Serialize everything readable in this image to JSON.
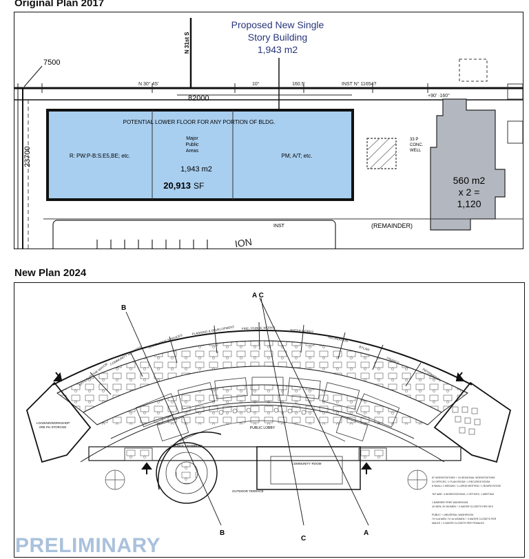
{
  "original": {
    "title": "Original Plan 2017",
    "callout_line1": "Proposed New Single",
    "callout_line2": "Story Building",
    "callout_line3": "1,943 m2",
    "dim_7500": "7500",
    "dim_82000": "82000",
    "dim_23700": "23700",
    "street_n31": "N 31st S",
    "lower_floor_label": "POTENTIAL LOWER FLOOR FOR ANY PORTION OF BLDG.",
    "left_zone": "R: PW:P-B:S:E5,BE; etc.",
    "major_line1": "Major",
    "major_line2": "Public",
    "major_line3": "Areas",
    "major_area": "1,943 m2",
    "major_sf": "20,913",
    "major_sf_unit": "SF",
    "right_zone": "PM; A/T; etc.",
    "existing_line1": "560 m2",
    "existing_line2": "x 2 =",
    "existing_line3": "1,120",
    "cond_well": "33 P\nCONC.\nWELL",
    "remainder": "(REMAINDER)",
    "inst": "INST",
    "colors": {
      "blue": "#a9cff0",
      "gray": "#b3b8c0"
    }
  },
  "newplan": {
    "title": "New Plan 2024",
    "section_ac": "A C",
    "section_b_top": "B",
    "section_b_bottom": "B",
    "section_c_bottom": "C",
    "section_a_bottom": "A",
    "public_lobby": "PUBLIC LOBBY",
    "council_chambers": "COUNCIL CHAMBERS",
    "community_room": "COMMUNITY ROOM",
    "outdoor_terrace": "OUTDOOR TERRACE",
    "loading": "LOADING/WORKSHOP\n/IRE PH STORAGE",
    "depts": [
      "OFFICE OF THE MAYOR",
      "COMMUNITY SERVICES",
      "LEGISLATIVE SERVICES",
      "PLANNING & DEVELOPMENT",
      "FIRE / PUBLIC WORKS",
      "WATER WORKS",
      "RECREATION",
      "BYLAW",
      "FINANCE",
      "INFORMATION"
    ],
    "notes": [
      "87 WORKSTATIONS + 16 SEASONAL WORKSTATIONS",
      "24 OFFICES / 1 PLAN ROOM / 1 RECORDS ROOM",
      "8 SMALL 1 MEDIUM / 1 LARGE MEETING / 1 BOARD ROOM",
      "",
      "TAT AME: 4 WORKSTATIONS, 2 OFFICES, 1 MEETING",
      "",
      "1 BARRIER FREE WASHROOM",
      "4X MEN, 5X WOMEN + 3 WATER CLOSETS PER SEX",
      "",
      "PUBLIC + UNIVERSAL WASHROOM",
      "7x+1x6 MEN, 7x+4x WOMEN + 3 WATER CLOSETS PER",
      "MALES + 4 WATER CLOSETS PER FEMALES"
    ],
    "watermark": "PRELIMINARY"
  }
}
